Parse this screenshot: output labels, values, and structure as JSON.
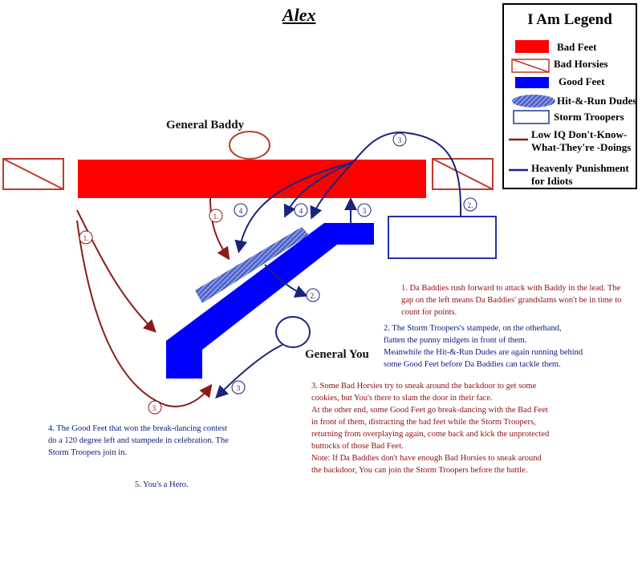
{
  "title": "Alex",
  "general_baddy": "General Baddy",
  "general_you": "General You",
  "legend": {
    "title": "I Am Legend",
    "items": [
      {
        "symbol": "red-filled-rect",
        "label": "Bad Feet"
      },
      {
        "symbol": "red-crossed-rect",
        "label": "Bad Horsies"
      },
      {
        "symbol": "blue-filled-rect",
        "label": "Good Feet"
      },
      {
        "symbol": "blue-scribble",
        "label": "Hit-&-Run Dudes"
      },
      {
        "symbol": "blue-outline-rect",
        "label": "Storm Troopers"
      },
      {
        "symbol": "red-arrow",
        "label_lines": [
          "Low IQ Don't-Know-",
          "What-They're -Doings"
        ]
      },
      {
        "symbol": "blue-arrow",
        "label_lines": [
          "Heavenly Punishment",
          "for Idiots"
        ]
      }
    ]
  },
  "arrow_tags": {
    "red_1_left": "1.",
    "red_1_mid": "1.",
    "red_3_bottom": "3.",
    "blue_4_left": "4",
    "blue_4_mid": "4",
    "blue_3_top": "3",
    "blue_3_right": "3",
    "blue_2_right": "2.",
    "blue_2_center": "2.",
    "blue_3_bottom": "3"
  },
  "notes": {
    "n1": [
      "1. Da Baddies rush forward to attack with Baddy in the lead. The",
      "gap on the left means Da Baddies' grandslams won't be in time to",
      "count for points."
    ],
    "n2": [
      "2. The Storm Troopers's stampede, on the otherhand,",
      "flatten the punny midgets in front of them.",
      "Meanwhile the Hit-&-Run Dudes are again running behind",
      "some Good Feet before Da Baddies can tackle them."
    ],
    "n3": [
      "3. Some Bad Horsies try to sneak around the backdoor to get some",
      "cookies, but You's there to slam the door in their face.",
      "At the other end, some Good Feet go break-dancing with the Bad Feet",
      "in front of them, distracting the bad feet while the Storm Troopers,",
      "returning from overplaying again, come back and kick the unprotected",
      "buttocks of those Bad Feet.",
      "Note: If Da Baddies don't have enough Bad Horsies to sneak around",
      "the backdoor, You can join the Storm Troopers before the battle."
    ],
    "n4": [
      "4. The Good Feet that won the break-dancing contest",
      "do a 120 degree left and stampede in celebration. The",
      "Storm Troopers join in."
    ],
    "n5": "5. You's a Hero."
  },
  "colors": {
    "bad_feet": "#ff0000",
    "bad_horsies": "#c0392b",
    "good_feet": "#0000ff",
    "storm_troopers": "#2233aa",
    "red_arrow": "#8b1a1a",
    "blue_arrow": "#1a237e"
  }
}
